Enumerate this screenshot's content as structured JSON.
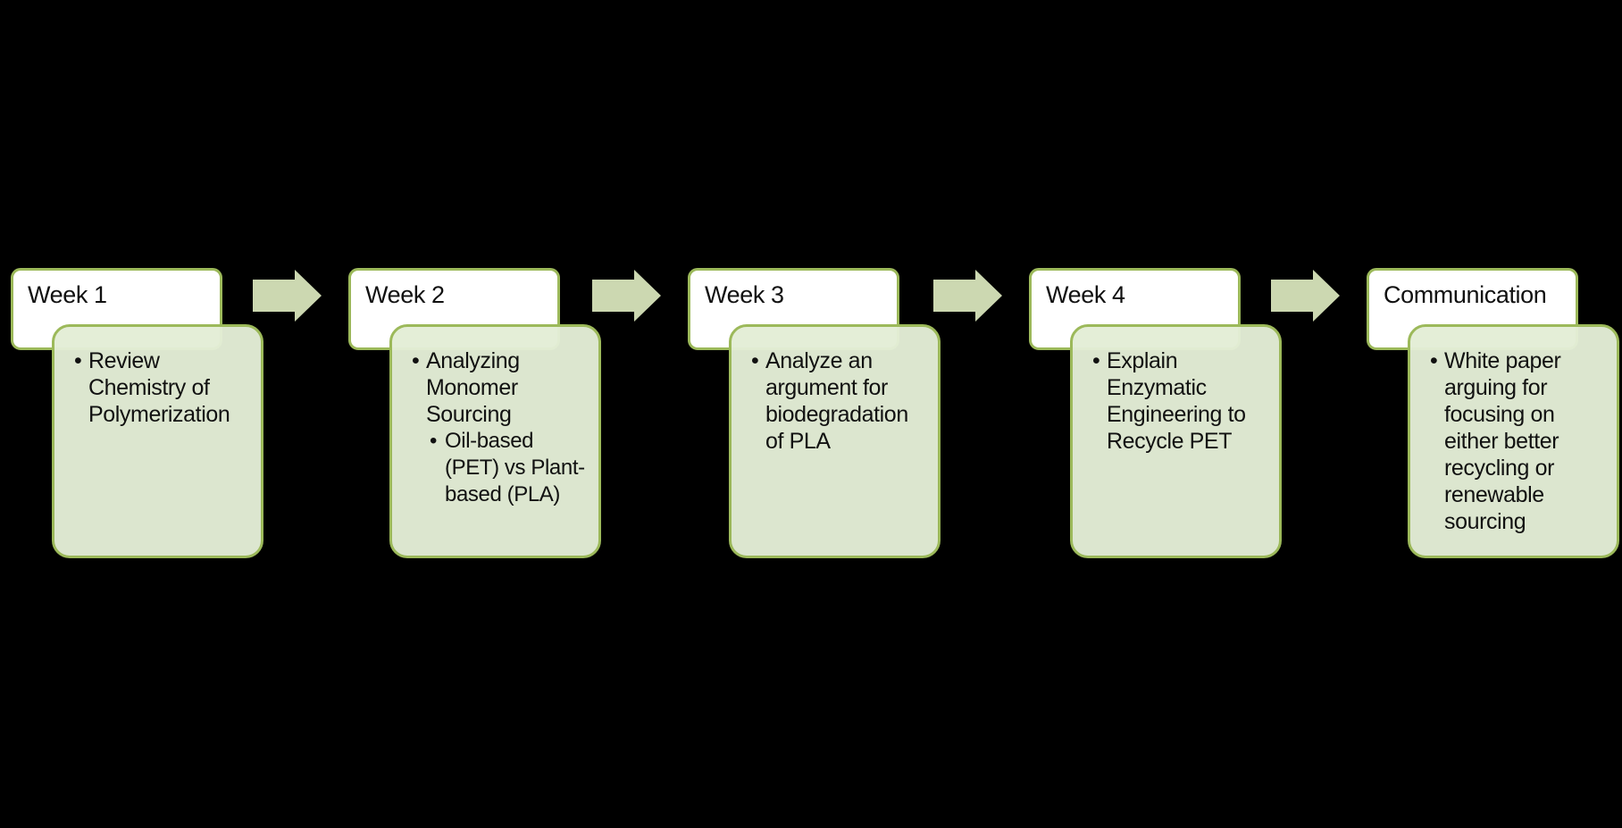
{
  "diagram": {
    "type": "process-flow",
    "background_color": "#000000",
    "colors": {
      "border": "#9cb95a",
      "header-fill": "#ffffff",
      "content-fill": "rgba(227, 237, 214, 0.97)",
      "arrow-fill": "#ccd8b1",
      "text": "#111111"
    },
    "steps": [
      {
        "title": "Week 1",
        "bullets": [
          {
            "level": 1,
            "text": "Review Chemistry of Polymerization"
          }
        ]
      },
      {
        "title": "Week 2",
        "bullets": [
          {
            "level": 1,
            "text": "Analyzing Monomer Sourcing"
          },
          {
            "level": 2,
            "text": "Oil-based (PET) vs Plant-based (PLA)"
          }
        ]
      },
      {
        "title": "Week 3",
        "bullets": [
          {
            "level": 1,
            "text": "Analyze an argument for biodegradation of PLA"
          }
        ]
      },
      {
        "title": "Week 4",
        "bullets": [
          {
            "level": 1,
            "text": "Explain Enzymatic Engineering to Recycle PET"
          }
        ]
      },
      {
        "title": "Communication",
        "bullets": [
          {
            "level": 1,
            "text": "White paper arguing for focusing on either better recycling or renewable sourcing"
          }
        ]
      }
    ]
  }
}
